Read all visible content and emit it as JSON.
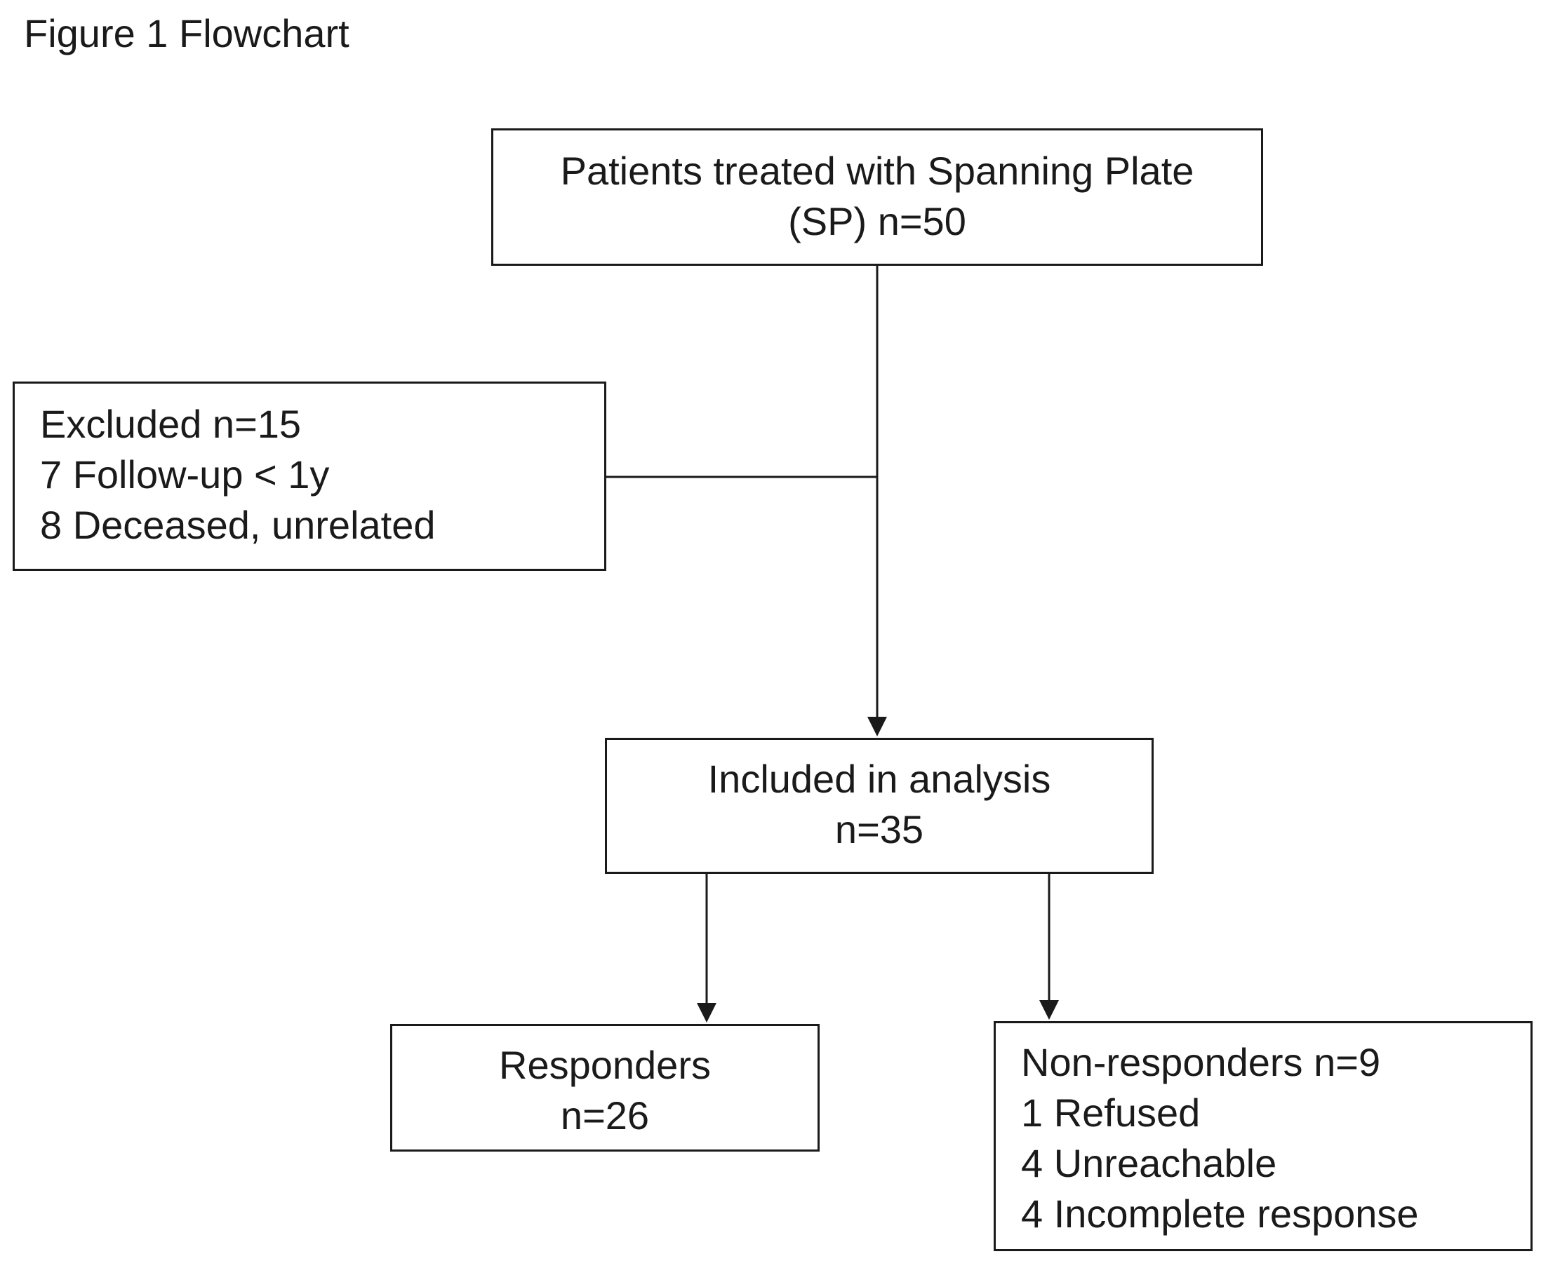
{
  "title": "Figure 1 Flowchart",
  "nodes": {
    "start": {
      "lines": [
        "Patients treated with Spanning Plate",
        "(SP) n=50"
      ]
    },
    "excluded": {
      "lines": [
        "Excluded n=15",
        "7 Follow-up < 1y",
        "8 Deceased, unrelated"
      ]
    },
    "included": {
      "lines": [
        "Included in analysis",
        "n=35"
      ]
    },
    "responders": {
      "lines": [
        "Responders",
        "n=26"
      ]
    },
    "non_responders": {
      "lines": [
        "Non-responders n=9",
        "1 Refused",
        "4 Unreachable",
        "4 Incomplete response"
      ]
    }
  },
  "edges": [
    {
      "from": "start",
      "to": "included",
      "arrow": true
    },
    {
      "from": "start",
      "to": "excluded",
      "arrow": false
    },
    {
      "from": "included",
      "to": "responders",
      "arrow": true
    },
    {
      "from": "included",
      "to": "non_responders",
      "arrow": true
    }
  ],
  "colors": {
    "stroke": "#1a1a1a",
    "background": "#ffffff"
  }
}
